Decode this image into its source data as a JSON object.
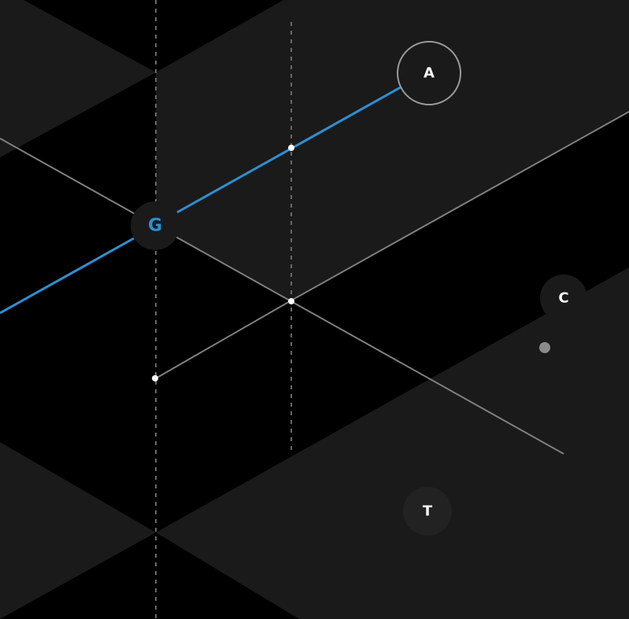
{
  "colors": {
    "background": "#000000",
    "band": "#1a1a1a",
    "line": "#7f7f7f",
    "dashed": "#6a6a6a",
    "accent_blue": "#2d8fd2",
    "node_fill": "#1a1a1a",
    "ring": "#9a9a9a",
    "dot": "#ffffff",
    "gray_dot": "#8a8a8a"
  },
  "nodes": {
    "a": {
      "label": "A"
    },
    "g": {
      "label": "G"
    },
    "c": {
      "label": "C"
    },
    "t": {
      "label": "T"
    }
  }
}
